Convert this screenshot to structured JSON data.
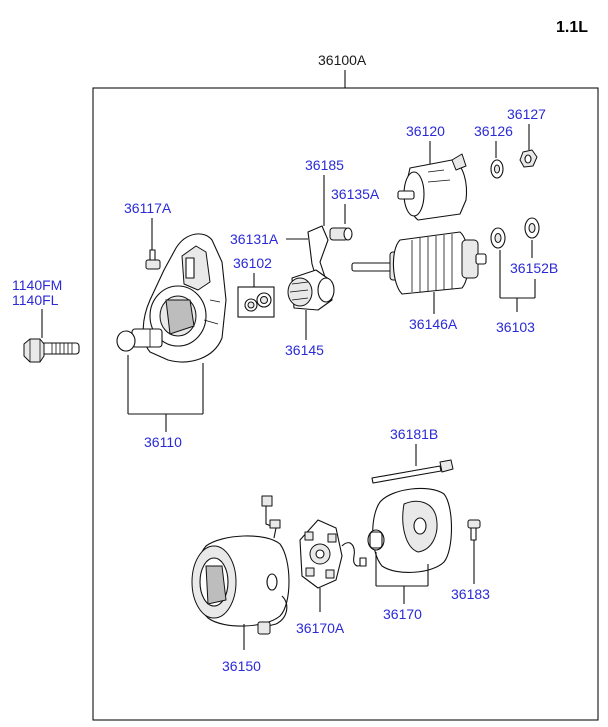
{
  "header": {
    "engine_label": "1.1L"
  },
  "assembly": {
    "label": "36100A"
  },
  "parts": {
    "p1140FM": "1140FM",
    "p1140FL": "1140FL",
    "p36117A": "36117A",
    "p36110": "36110",
    "p36131A": "36131A",
    "p36102": "36102",
    "p36185": "36185",
    "p36135A": "36135A",
    "p36145": "36145",
    "p36120": "36120",
    "p36126": "36126",
    "p36127": "36127",
    "p36146A": "36146A",
    "p36152B": "36152B",
    "p36103": "36103",
    "p36181B": "36181B",
    "p36150": "36150",
    "p36170A": "36170A",
    "p36170": "36170",
    "p36183": "36183"
  }
}
